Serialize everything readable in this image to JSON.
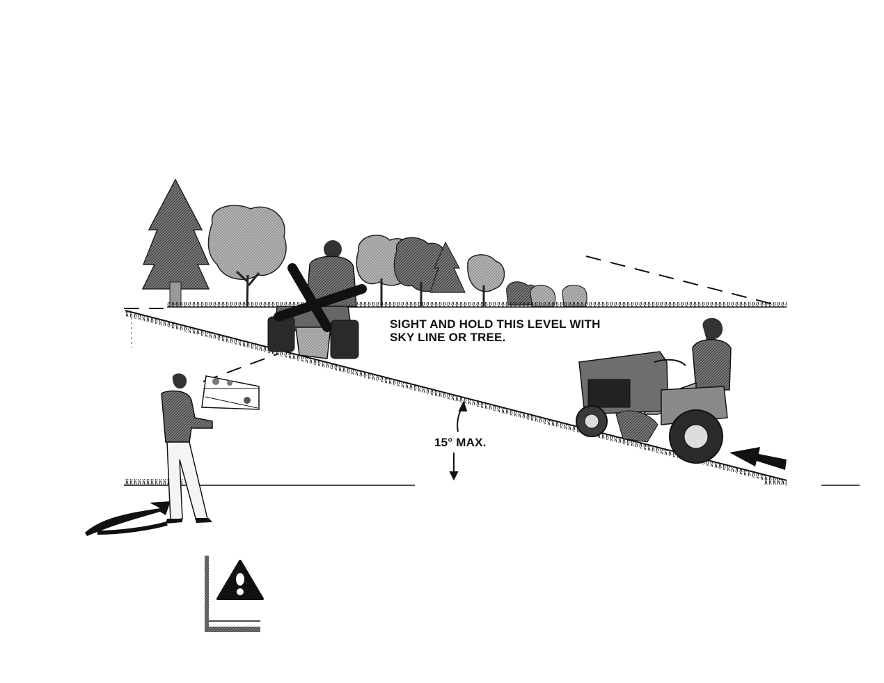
{
  "instruction": {
    "line1": "SIGHT AND HOLD THIS LEVEL WITH",
    "line2": "SKY LINE OR TREE."
  },
  "slope": {
    "label": "15° MAX."
  },
  "warning": {
    "icon": "warning-triangle-icon"
  },
  "colors": {
    "ink": "#111111",
    "tree": "#555555",
    "tractor": "#6e6e6e"
  }
}
